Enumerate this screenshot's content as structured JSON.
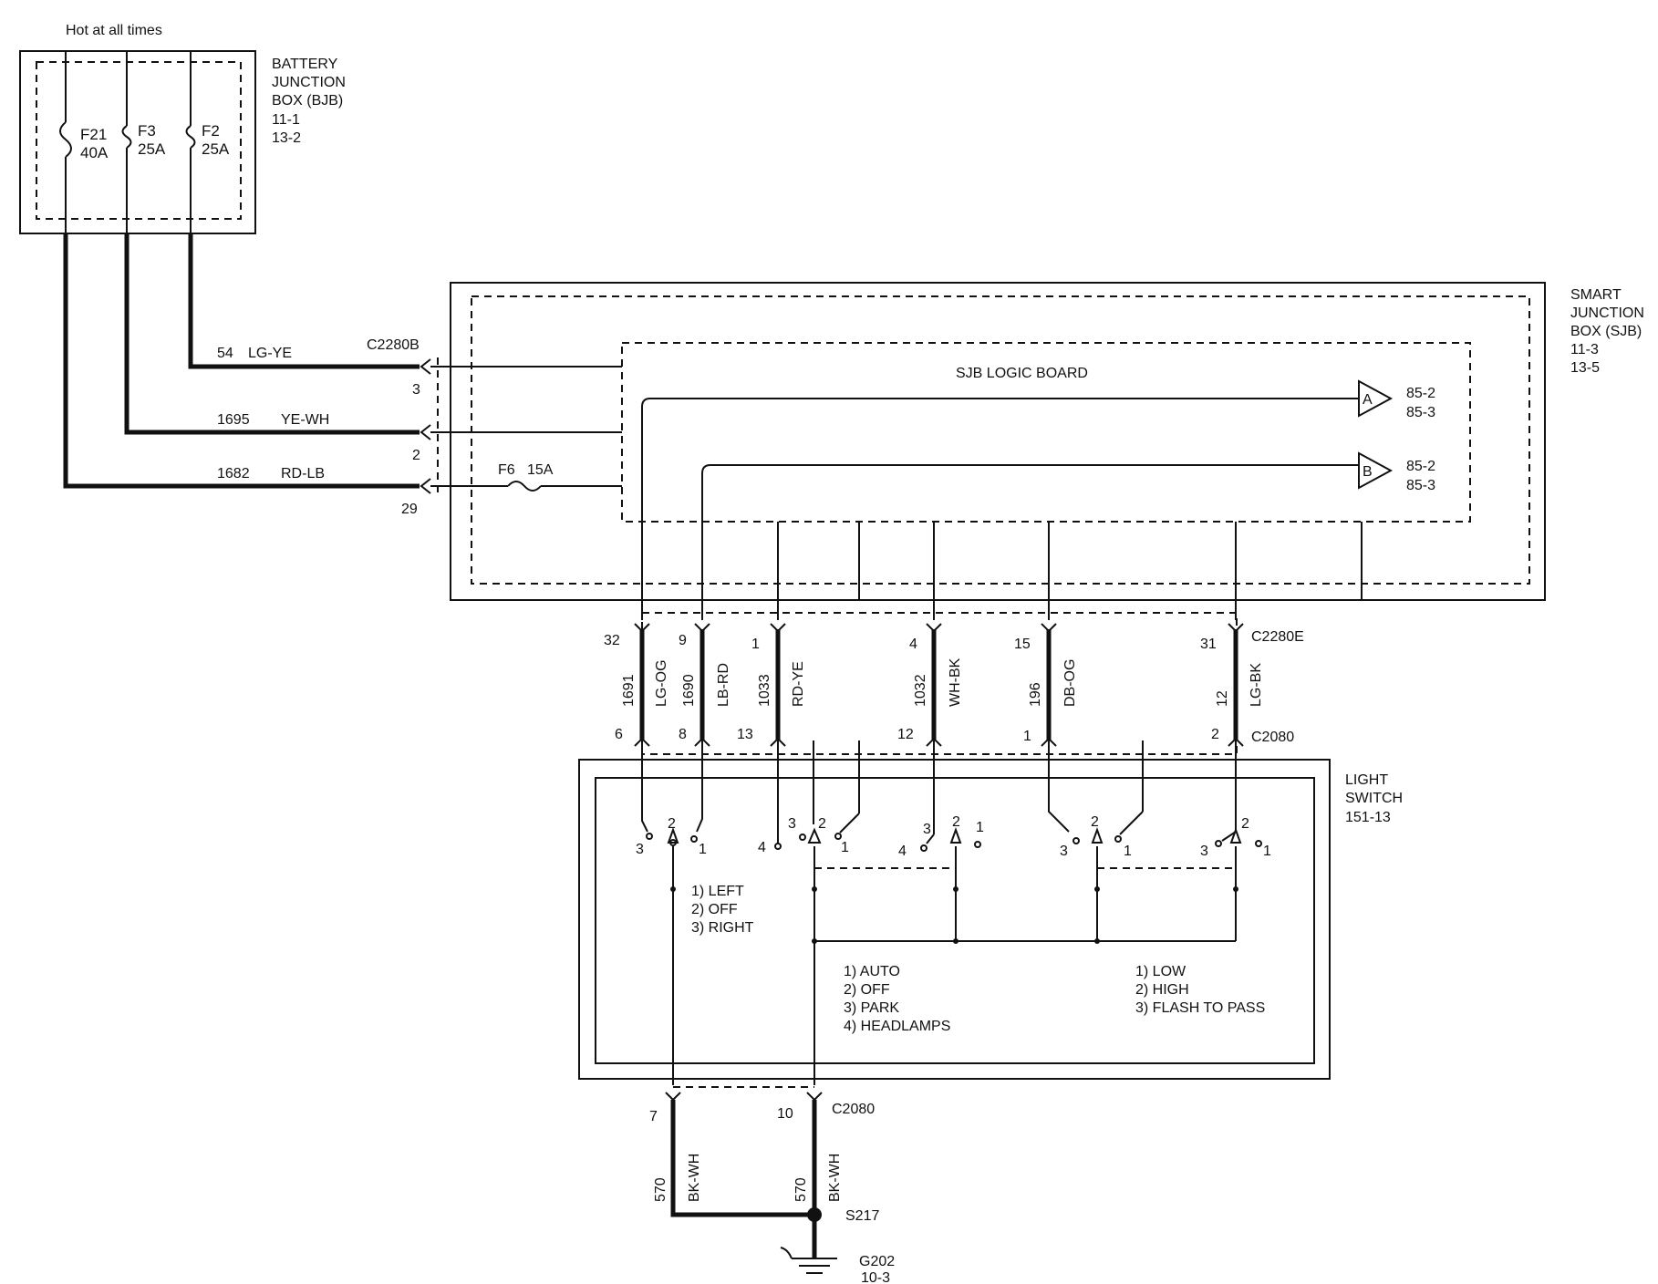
{
  "header": {
    "hot_label": "Hot at all times"
  },
  "bjb": {
    "title_lines": [
      "BATTERY",
      "JUNCTION",
      "BOX (BJB)",
      "11-1",
      "13-2"
    ],
    "fuses": [
      {
        "name": "F21",
        "rating": "40A"
      },
      {
        "name": "F3",
        "rating": "25A"
      },
      {
        "name": "F2",
        "rating": "25A"
      }
    ]
  },
  "sjb": {
    "title_lines": [
      "SMART",
      "JUNCTION",
      "BOX (SJB)",
      "11-3",
      "13-5"
    ],
    "logic_board_label": "SJB LOGIC BOARD",
    "input_connector": "C2280B",
    "inputs": [
      {
        "circuit": "54",
        "color": "LG-YE",
        "pin": "3"
      },
      {
        "circuit": "1695",
        "color": "YE-WH",
        "pin": "2"
      },
      {
        "circuit": "1682",
        "color": "RD-LB",
        "pin": "29"
      }
    ],
    "internal_fuse": {
      "name": "F6",
      "rating": "15A"
    },
    "offpage": [
      {
        "letter": "A",
        "refs": [
          "85-2",
          "85-3"
        ]
      },
      {
        "letter": "B",
        "refs": [
          "85-2",
          "85-3"
        ]
      }
    ]
  },
  "harness": {
    "top_connector": "C2280E",
    "bottom_connector": "C2080",
    "wires": [
      {
        "top_pin": "32",
        "circuit": "1691",
        "color": "LG-OG",
        "bottom_pin": "6"
      },
      {
        "top_pin": "9",
        "circuit": "1690",
        "color": "LB-RD",
        "bottom_pin": "8"
      },
      {
        "top_pin": "1",
        "circuit": "1033",
        "color": "RD-YE",
        "bottom_pin": "13"
      },
      {
        "top_pin": "4",
        "circuit": "1032",
        "color": "WH-BK",
        "bottom_pin": "12"
      },
      {
        "top_pin": "15",
        "circuit": "196",
        "color": "DB-OG",
        "bottom_pin": "1"
      },
      {
        "top_pin": "31",
        "circuit": "12",
        "color": "LG-BK",
        "bottom_pin": "2"
      }
    ]
  },
  "light_switch": {
    "title_lines": [
      "LIGHT",
      "SWITCH",
      "151-13"
    ],
    "turn_legend": [
      "1) LEFT",
      "2) OFF",
      "3) RIGHT"
    ],
    "headlamp_legend": [
      "1) AUTO",
      "2) OFF",
      "3) PARK",
      "4) HEADLAMPS"
    ],
    "beam_legend": [
      "1) LOW",
      "2) HIGH",
      "3) FLASH TO PASS"
    ],
    "switch_positions": {
      "s1": [
        "3",
        "2",
        "1"
      ],
      "s2": [
        "4",
        "3",
        "2",
        "1"
      ],
      "s3": [
        "4",
        "3",
        "2",
        "1"
      ],
      "s4": [
        "3",
        "2",
        "1"
      ],
      "s5": [
        "3",
        "2",
        "1"
      ]
    }
  },
  "ground": {
    "connector": "C2080",
    "wires": [
      {
        "pin": "7",
        "circuit": "570",
        "color": "BK-WH"
      },
      {
        "pin": "10",
        "circuit": "570",
        "color": "BK-WH"
      }
    ],
    "splice": "S217",
    "ground_name": "G202",
    "ground_ref": "10-3"
  }
}
